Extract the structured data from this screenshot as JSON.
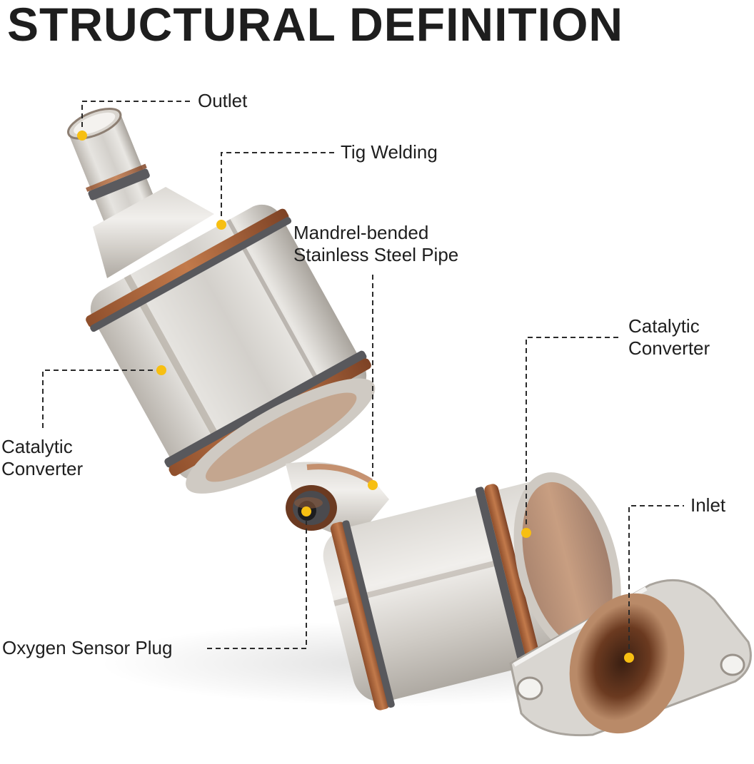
{
  "title": "STRUCTURAL DEFINITION",
  "colors": {
    "marker": "#f7bf12",
    "leader": "#2a2a2a",
    "steel_light": "#ededed",
    "steel_mid": "#c9c6c1",
    "weld_copper": "#a8633a",
    "weld_dark": "#5a5a5e"
  },
  "callouts": {
    "outlet": {
      "lines": [
        "Outlet"
      ]
    },
    "tig_welding": {
      "lines": [
        "Tig Welding"
      ]
    },
    "pipe": {
      "lines": [
        "Mandrel-bended",
        "Stainless Steel Pipe"
      ]
    },
    "converter_right": {
      "lines": [
        "Catalytic",
        "Converter"
      ]
    },
    "converter_left": {
      "lines": [
        "Catalytic",
        "Converter"
      ]
    },
    "inlet": {
      "lines": [
        "Inlet"
      ]
    },
    "oxygen_sensor": {
      "lines": [
        "Oxygen Sensor Plug"
      ]
    }
  }
}
